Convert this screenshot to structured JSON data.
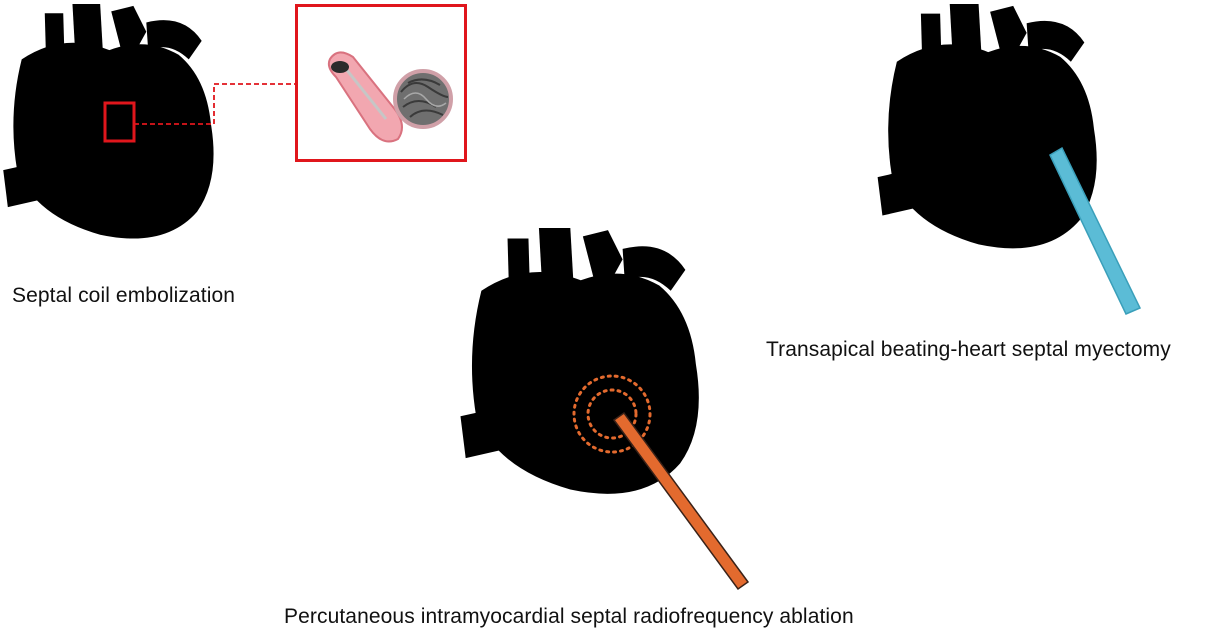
{
  "panels": [
    {
      "id": "coil",
      "caption": "Septal coil embolization",
      "theme_color": "#5aa8d8",
      "tool": "coil-device"
    },
    {
      "id": "myectomy",
      "caption": "Transapical beating-heart septal myectomy",
      "theme_color": "#e0875a",
      "tool": "blue-cutting-instrument",
      "tool_color": "#5bbcd6"
    },
    {
      "id": "rfa",
      "caption": "Percutaneous intramyocardial septal radiofrequency ablation",
      "theme_color": "#5e9a68",
      "tool": "ablation-needle",
      "tool_color": "#e36a2e"
    }
  ],
  "inset": {
    "border_color": "#e0161c",
    "content": "coil-embolization-closeup-icon"
  }
}
